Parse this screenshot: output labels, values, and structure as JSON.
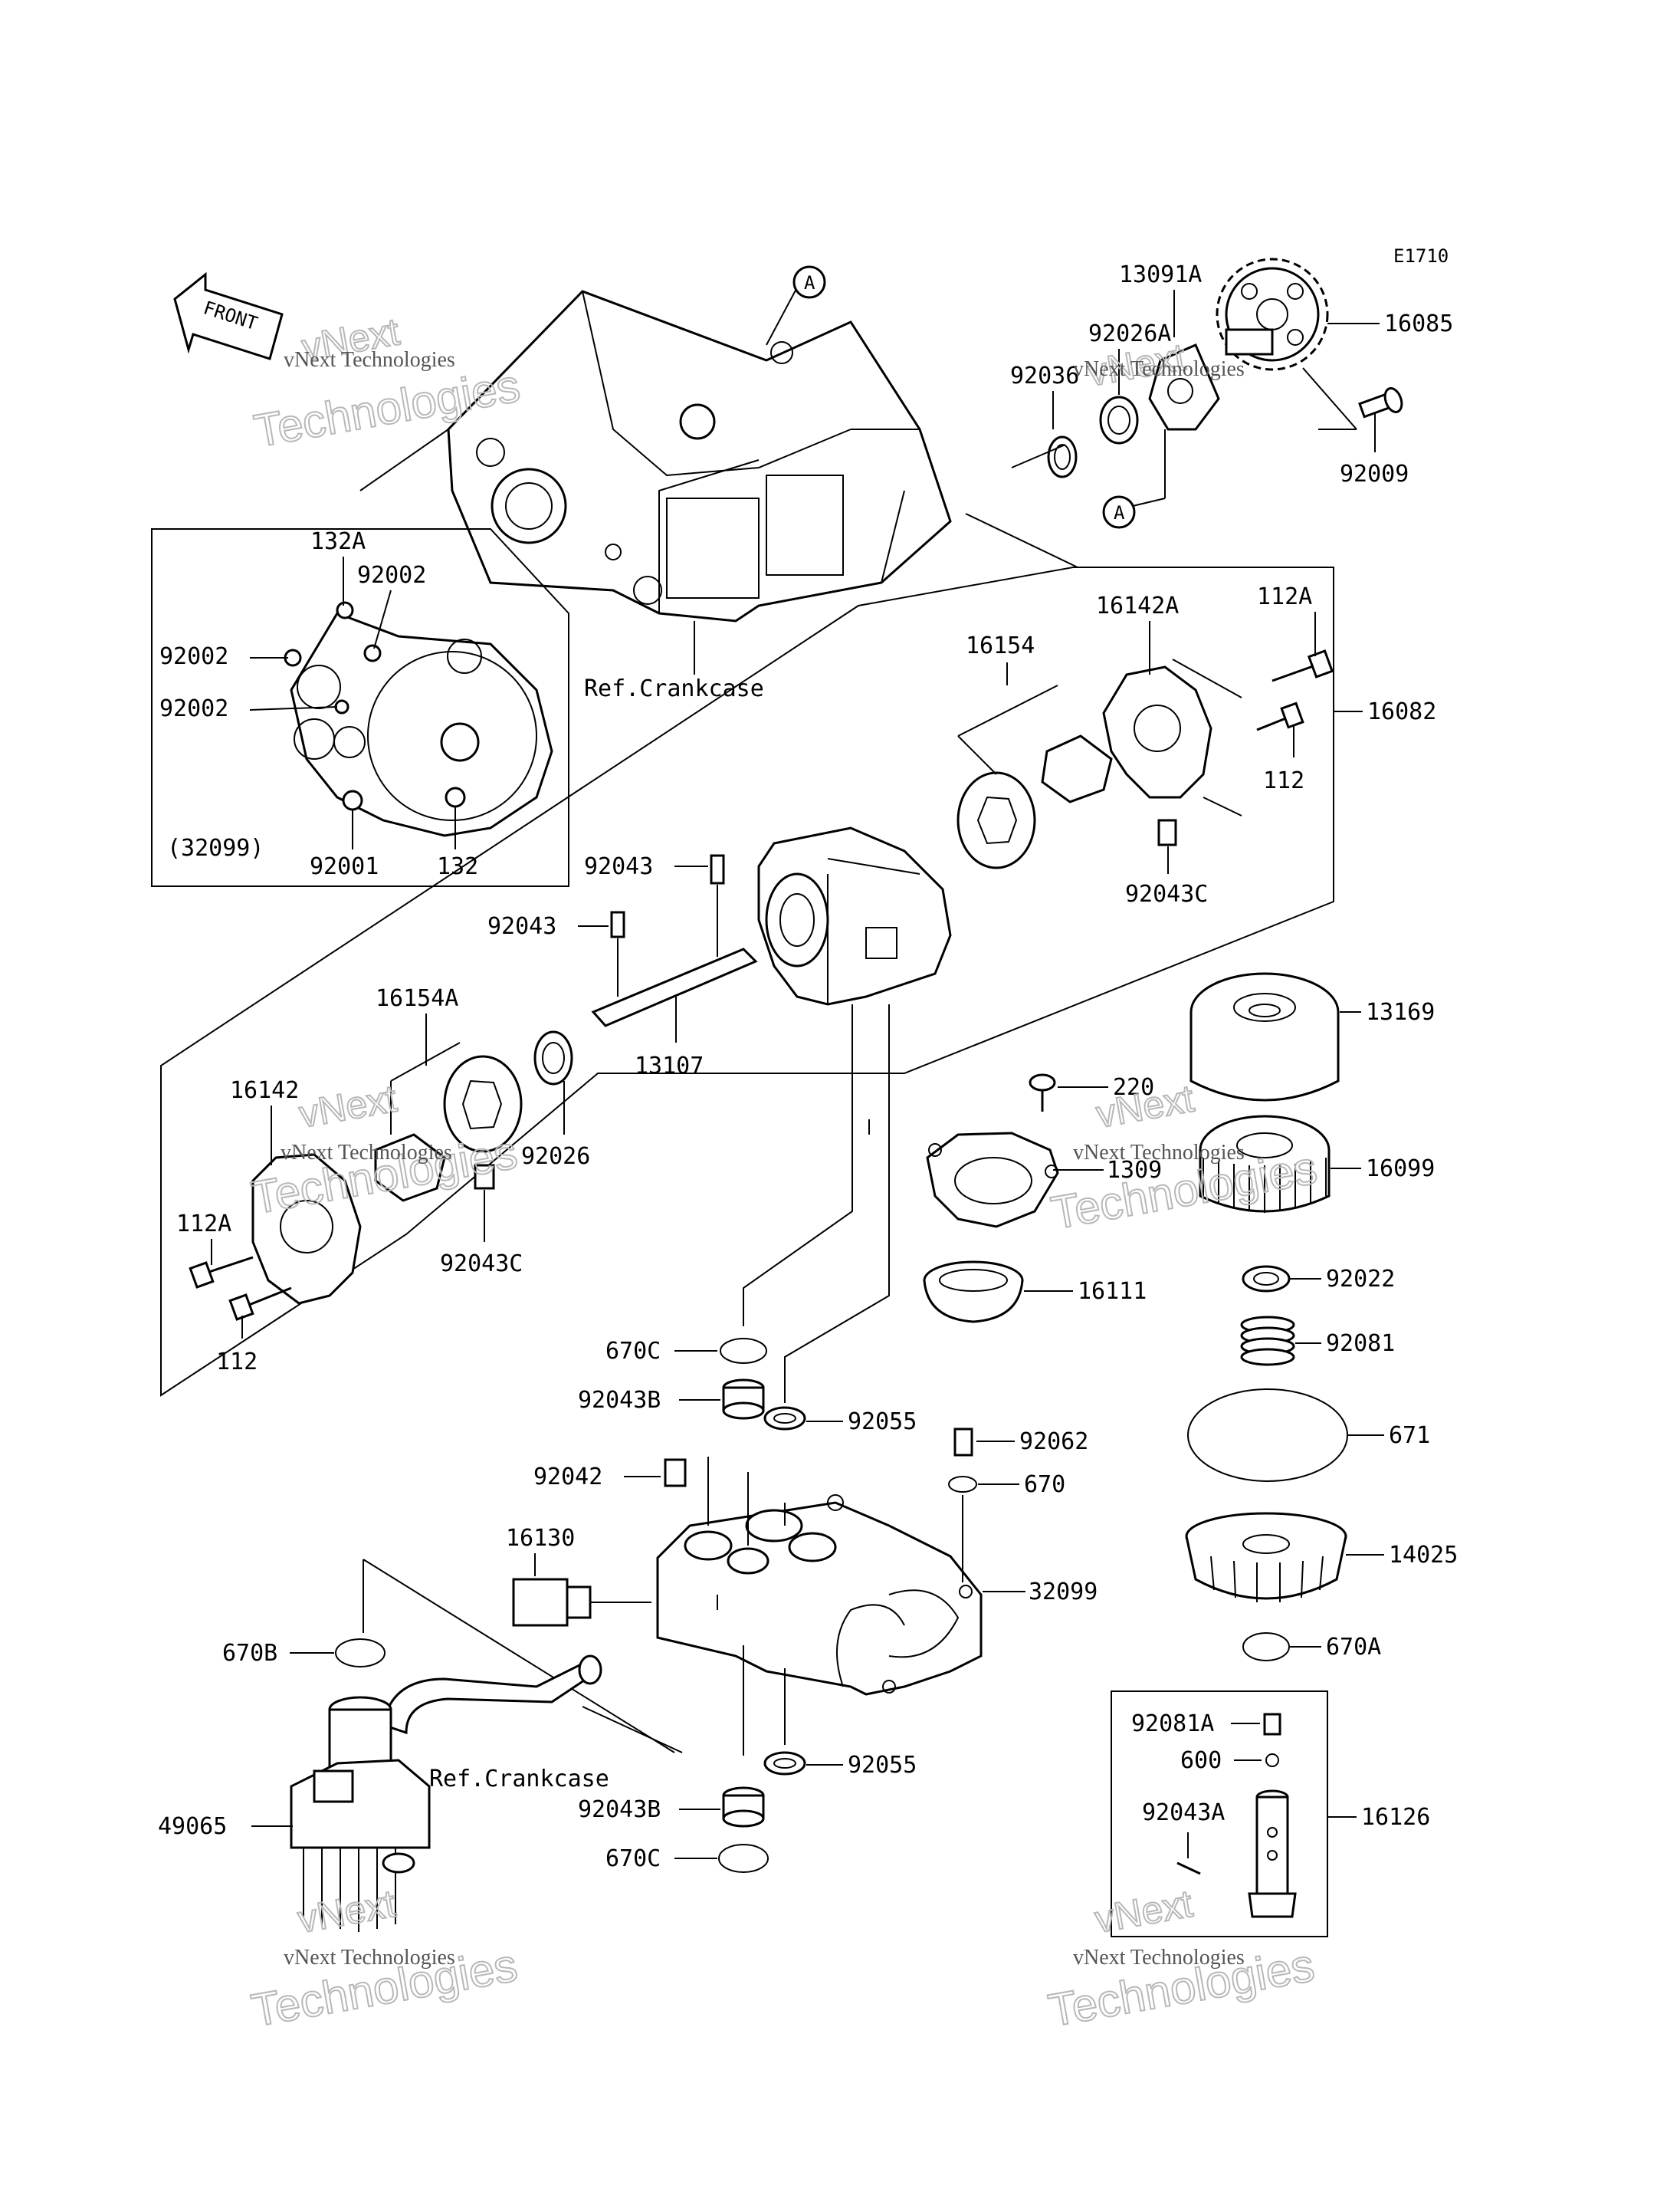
{
  "diagram_code": "E1710",
  "front_label": "FRONT",
  "ref_label": "A",
  "ref_crankcase_labels": [
    "Ref.Crankcase",
    "Ref.Crankcase"
  ],
  "watermark": {
    "brand": "vNext",
    "word": "Technologies",
    "small": "vNext Technologies"
  },
  "part_labels": {
    "p13091A": "13091A",
    "p16085": "16085",
    "p92026A": "92026A",
    "p92036": "92036",
    "p92009": "92009",
    "p16142A": "16142A",
    "p112A_top": "112A",
    "p16154": "16154",
    "p16082": "16082",
    "p112_top": "112",
    "p92043C_top": "92043C",
    "p132A": "132A",
    "p92002_a": "92002",
    "p92002_b": "92002",
    "p92002_c": "92002",
    "p32099_inset": "(32099)",
    "p92001": "92001",
    "p132": "132",
    "p92043_a": "92043",
    "p92043_b": "92043",
    "p16154A": "16154A",
    "p13107": "13107",
    "p16142": "16142",
    "p92026": "92026",
    "p112A_left": "112A",
    "p92043C_left": "92043C",
    "p112_left": "112",
    "p13169": "13169",
    "p220": "220",
    "p1309": "1309",
    "p16099": "16099",
    "p16111": "16111",
    "p92022": "92022",
    "p92081": "92081",
    "p671": "671",
    "p14025": "14025",
    "p670A": "670A",
    "p670C_top": "670C",
    "p92043B_top": "92043B",
    "p92055_top": "92055",
    "p92062": "92062",
    "p670": "670",
    "p92042": "92042",
    "p16130": "16130",
    "p32099": "32099",
    "p670B": "670B",
    "p49065": "49065",
    "p92055_bot": "92055",
    "p92043B_bot": "92043B",
    "p670C_bot": "670C",
    "p92081A": "92081A",
    "p600": "600",
    "p92043A": "92043A",
    "p16126": "16126"
  }
}
